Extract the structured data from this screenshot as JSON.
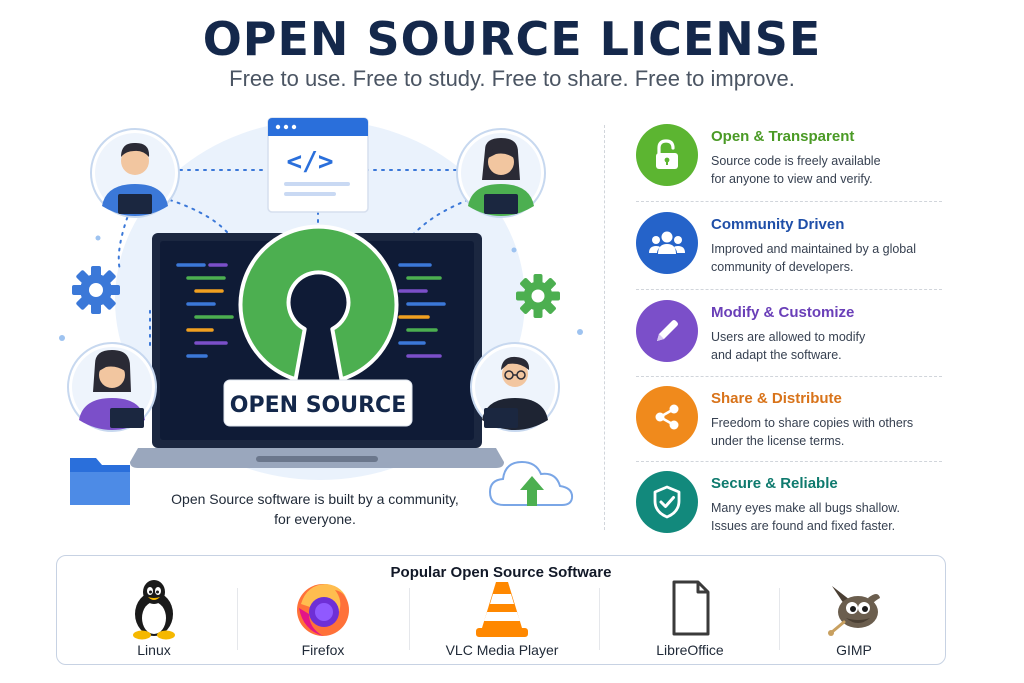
{
  "header": {
    "title": "OPEN SOURCE LICENSE",
    "subtitle": "Free to use. Free to study. Free to share. Free to improve."
  },
  "hero": {
    "badge_label": "OPEN SOURCE",
    "code_glyph": "</>",
    "caption_lines": [
      "Open Source software is built by a community,",
      "for everyone."
    ]
  },
  "features": [
    {
      "title": "Open & Transparent",
      "desc_lines": [
        "Source code is freely available",
        "for anyone to view and verify."
      ],
      "icon": "unlocked-padlock-icon",
      "color": "#5cb531"
    },
    {
      "title": "Community Driven",
      "desc_lines": [
        "Improved and maintained by a global",
        "community of developers."
      ],
      "icon": "people-group-icon",
      "color": "#2563c9"
    },
    {
      "title": "Modify & Customize",
      "desc_lines": [
        "Users are allowed to modify",
        "and adapt the software."
      ],
      "icon": "pencil-icon",
      "color": "#7b4fc9"
    },
    {
      "title": "Share & Distribute",
      "desc_lines": [
        "Freedom to share copies with others",
        "under the license terms."
      ],
      "icon": "share-icon",
      "color": "#f08a1c"
    },
    {
      "title": "Secure & Reliable",
      "desc_lines": [
        "Many eyes make all bugs shallow.",
        "Issues are found and fixed faster."
      ],
      "icon": "shield-check-icon",
      "color": "#12897c"
    }
  ],
  "popular": {
    "title": "Popular Open Source Software",
    "apps": [
      {
        "label": "Linux",
        "icon": "linux-penguin-icon"
      },
      {
        "label": "Firefox",
        "icon": "firefox-icon"
      },
      {
        "label": "VLC Media Player",
        "icon": "vlc-cone-icon"
      },
      {
        "label": "LibreOffice",
        "icon": "libreoffice-document-icon"
      },
      {
        "label": "GIMP",
        "icon": "gimp-mascot-icon"
      }
    ]
  },
  "colors": {
    "title": "#14284b",
    "open_source_green": "#4caf50",
    "laptop_screen": "#0f1b36",
    "accent_blue": "#2a6fdb"
  }
}
